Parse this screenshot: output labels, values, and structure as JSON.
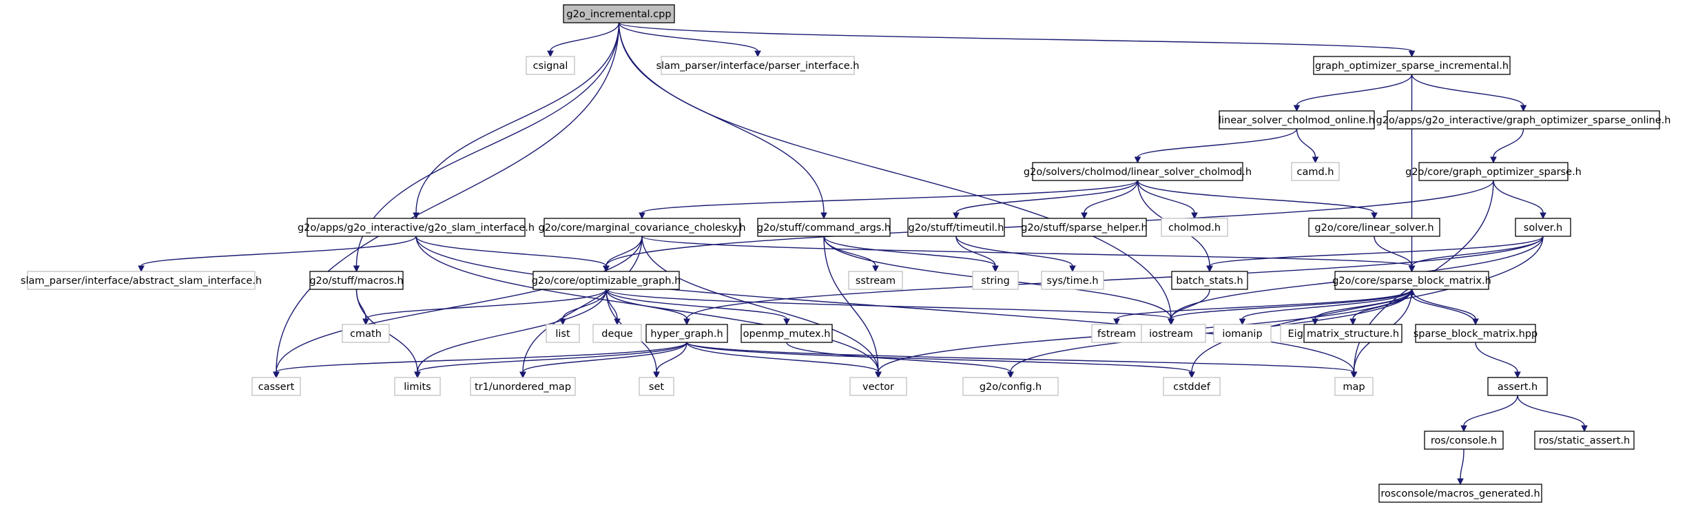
{
  "colors": {
    "edge": "#191970",
    "project_border": "#000000",
    "external_border": "#bfbfbf",
    "root_fill": "#bfbfbf"
  },
  "nodes": [
    {
      "id": "root",
      "label": "g2o_incremental.cpp",
      "kind": "root"
    },
    {
      "id": "csignal",
      "label": "csignal",
      "kind": "external"
    },
    {
      "id": "parser_if",
      "label": "slam_parser/interface/parser_interface.h",
      "kind": "external"
    },
    {
      "id": "gos_inc",
      "label": "graph_optimizer_sparse_incremental.h",
      "kind": "project"
    },
    {
      "id": "lscho",
      "label": "linear_solver_cholmod_online.h",
      "kind": "project"
    },
    {
      "id": "gos_online",
      "label": "g2o/apps/g2o_interactive/graph_optimizer_sparse_online.h",
      "kind": "project"
    },
    {
      "id": "camd",
      "label": "camd.h",
      "kind": "external"
    },
    {
      "id": "lsc",
      "label": "g2o/solvers/cholmod/linear_solver_cholmod.h",
      "kind": "project"
    },
    {
      "id": "gos",
      "label": "g2o/core/graph_optimizer_sparse.h",
      "kind": "project"
    },
    {
      "id": "slam_if",
      "label": "g2o/apps/g2o_interactive/g2o_slam_interface.h",
      "kind": "project"
    },
    {
      "id": "mcc",
      "label": "g2o/core/marginal_covariance_cholesky.h",
      "kind": "project"
    },
    {
      "id": "cmdargs",
      "label": "g2o/stuff/command_args.h",
      "kind": "project"
    },
    {
      "id": "timeutil",
      "label": "g2o/stuff/timeutil.h",
      "kind": "project"
    },
    {
      "id": "sparse_helper",
      "label": "g2o/stuff/sparse_helper.h",
      "kind": "project"
    },
    {
      "id": "cholmod",
      "label": "cholmod.h",
      "kind": "external"
    },
    {
      "id": "linsolver",
      "label": "g2o/core/linear_solver.h",
      "kind": "project"
    },
    {
      "id": "solver",
      "label": "solver.h",
      "kind": "project"
    },
    {
      "id": "abs_slam",
      "label": "slam_parser/interface/abstract_slam_interface.h",
      "kind": "external"
    },
    {
      "id": "macros",
      "label": "g2o/stuff/macros.h",
      "kind": "project"
    },
    {
      "id": "optgraph",
      "label": "g2o/core/optimizable_graph.h",
      "kind": "project"
    },
    {
      "id": "sstream",
      "label": "sstream",
      "kind": "external"
    },
    {
      "id": "string",
      "label": "string",
      "kind": "external"
    },
    {
      "id": "systime",
      "label": "sys/time.h",
      "kind": "external"
    },
    {
      "id": "batch",
      "label": "batch_stats.h",
      "kind": "project"
    },
    {
      "id": "sbm",
      "label": "g2o/core/sparse_block_matrix.h",
      "kind": "project"
    },
    {
      "id": "cmath",
      "label": "cmath",
      "kind": "external"
    },
    {
      "id": "list",
      "label": "list",
      "kind": "external"
    },
    {
      "id": "deque",
      "label": "deque",
      "kind": "external"
    },
    {
      "id": "hyper",
      "label": "hyper_graph.h",
      "kind": "project"
    },
    {
      "id": "omp",
      "label": "openmp_mutex.h",
      "kind": "project"
    },
    {
      "id": "iostream",
      "label": "iostream",
      "kind": "external"
    },
    {
      "id": "fstream",
      "label": "fstream",
      "kind": "external"
    },
    {
      "id": "iomanip",
      "label": "iomanip",
      "kind": "external"
    },
    {
      "id": "eigen",
      "label": "Eigen/Core",
      "kind": "external"
    },
    {
      "id": "matstruct",
      "label": "matrix_structure.h",
      "kind": "project"
    },
    {
      "id": "sbmhpp",
      "label": "sparse_block_matrix.hpp",
      "kind": "project"
    },
    {
      "id": "cassert",
      "label": "cassert",
      "kind": "external"
    },
    {
      "id": "limits",
      "label": "limits",
      "kind": "external"
    },
    {
      "id": "tr1",
      "label": "tr1/unordered_map",
      "kind": "external"
    },
    {
      "id": "set",
      "label": "set",
      "kind": "external"
    },
    {
      "id": "vector",
      "label": "vector",
      "kind": "external"
    },
    {
      "id": "config",
      "label": "g2o/config.h",
      "kind": "external"
    },
    {
      "id": "cstddef",
      "label": "cstddef",
      "kind": "external"
    },
    {
      "id": "map",
      "label": "map",
      "kind": "external"
    },
    {
      "id": "assert",
      "label": "assert.h",
      "kind": "project"
    },
    {
      "id": "roscons",
      "label": "ros/console.h",
      "kind": "project"
    },
    {
      "id": "rosstatic",
      "label": "ros/static_assert.h",
      "kind": "project"
    },
    {
      "id": "rosmacros",
      "label": "rosconsole/macros_generated.h",
      "kind": "project"
    }
  ],
  "edges": [
    [
      "root",
      "csignal"
    ],
    [
      "root",
      "parser_if"
    ],
    [
      "root",
      "gos_inc"
    ],
    [
      "root",
      "slam_if"
    ],
    [
      "root",
      "macros"
    ],
    [
      "root",
      "cmdargs"
    ],
    [
      "root",
      "cassert"
    ],
    [
      "root",
      "iostream"
    ],
    [
      "gos_inc",
      "lscho"
    ],
    [
      "gos_inc",
      "gos_online"
    ],
    [
      "gos_inc",
      "sbm"
    ],
    [
      "lscho",
      "camd"
    ],
    [
      "lscho",
      "lsc"
    ],
    [
      "gos_online",
      "gos"
    ],
    [
      "lsc",
      "mcc"
    ],
    [
      "lsc",
      "timeutil"
    ],
    [
      "lsc",
      "sparse_helper"
    ],
    [
      "lsc",
      "cholmod"
    ],
    [
      "lsc",
      "linsolver"
    ],
    [
      "lsc",
      "batch"
    ],
    [
      "gos",
      "solver"
    ],
    [
      "gos",
      "optgraph"
    ],
    [
      "gos",
      "map"
    ],
    [
      "slam_if",
      "abs_slam"
    ],
    [
      "slam_if",
      "optgraph"
    ],
    [
      "slam_if",
      "vector"
    ],
    [
      "slam_if",
      "map"
    ],
    [
      "mcc",
      "optgraph"
    ],
    [
      "mcc",
      "sbm"
    ],
    [
      "mcc",
      "cassert"
    ],
    [
      "mcc",
      "vector"
    ],
    [
      "mcc",
      "tr1"
    ],
    [
      "cmdargs",
      "sstream"
    ],
    [
      "cmdargs",
      "string"
    ],
    [
      "cmdargs",
      "iostream"
    ],
    [
      "cmdargs",
      "vector"
    ],
    [
      "timeutil",
      "string"
    ],
    [
      "timeutil",
      "systime"
    ],
    [
      "linsolver",
      "sbm"
    ],
    [
      "solver",
      "batch"
    ],
    [
      "solver",
      "sbm"
    ],
    [
      "solver",
      "iostream"
    ],
    [
      "solver",
      "hyper"
    ],
    [
      "solver",
      "cstddef"
    ],
    [
      "macros",
      "cmath"
    ],
    [
      "macros",
      "limits"
    ],
    [
      "optgraph",
      "cmath"
    ],
    [
      "optgraph",
      "list"
    ],
    [
      "optgraph",
      "deque"
    ],
    [
      "optgraph",
      "hyper"
    ],
    [
      "optgraph",
      "omp"
    ],
    [
      "optgraph",
      "iostream"
    ],
    [
      "optgraph",
      "limits"
    ],
    [
      "optgraph",
      "set"
    ],
    [
      "batch",
      "iostream"
    ],
    [
      "sbm",
      "iostream"
    ],
    [
      "sbm",
      "fstream"
    ],
    [
      "sbm",
      "iomanip"
    ],
    [
      "sbm",
      "eigen"
    ],
    [
      "sbm",
      "matstruct"
    ],
    [
      "sbm",
      "sbmhpp"
    ],
    [
      "sbm",
      "map"
    ],
    [
      "sbm",
      "vector"
    ],
    [
      "sbm",
      "config"
    ],
    [
      "sbmhpp",
      "sbm"
    ],
    [
      "sbmhpp",
      "assert"
    ],
    [
      "hyper",
      "cassert"
    ],
    [
      "hyper",
      "limits"
    ],
    [
      "hyper",
      "tr1"
    ],
    [
      "hyper",
      "set"
    ],
    [
      "hyper",
      "vector"
    ],
    [
      "hyper",
      "cstddef"
    ],
    [
      "hyper",
      "map"
    ],
    [
      "omp",
      "config"
    ],
    [
      "assert",
      "roscons"
    ],
    [
      "assert",
      "rosstatic"
    ],
    [
      "roscons",
      "rosmacros"
    ]
  ]
}
